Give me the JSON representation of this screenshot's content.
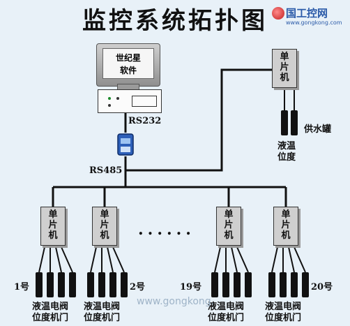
{
  "title": "监控系统拓扑图",
  "logo": {
    "main": "国工控网",
    "sub": "www.gongkong.com"
  },
  "monitor": {
    "line1": "世纪星",
    "line2": "软件"
  },
  "links": {
    "rs232": "RS232",
    "rs485": "RS485"
  },
  "controller_label": [
    "单",
    "片",
    "机"
  ],
  "tank": {
    "label": "供水罐",
    "sensor_label_line1": "液温",
    "sensor_label_line2": "位度"
  },
  "units": [
    {
      "number_label": "1号",
      "caption_line1": "液温电阀",
      "caption_line2": "位度机门"
    },
    {
      "number_label": "2号",
      "caption_line1": "液温电阀",
      "caption_line2": "位度机门"
    },
    {
      "number_label": "19号",
      "caption_line1": "液温电阀",
      "caption_line2": "位度机门"
    },
    {
      "number_label": "20号",
      "caption_line1": "液温电阀",
      "caption_line2": "位度机门"
    }
  ],
  "ellipsis": "......",
  "watermark": "www.gongkong."
}
